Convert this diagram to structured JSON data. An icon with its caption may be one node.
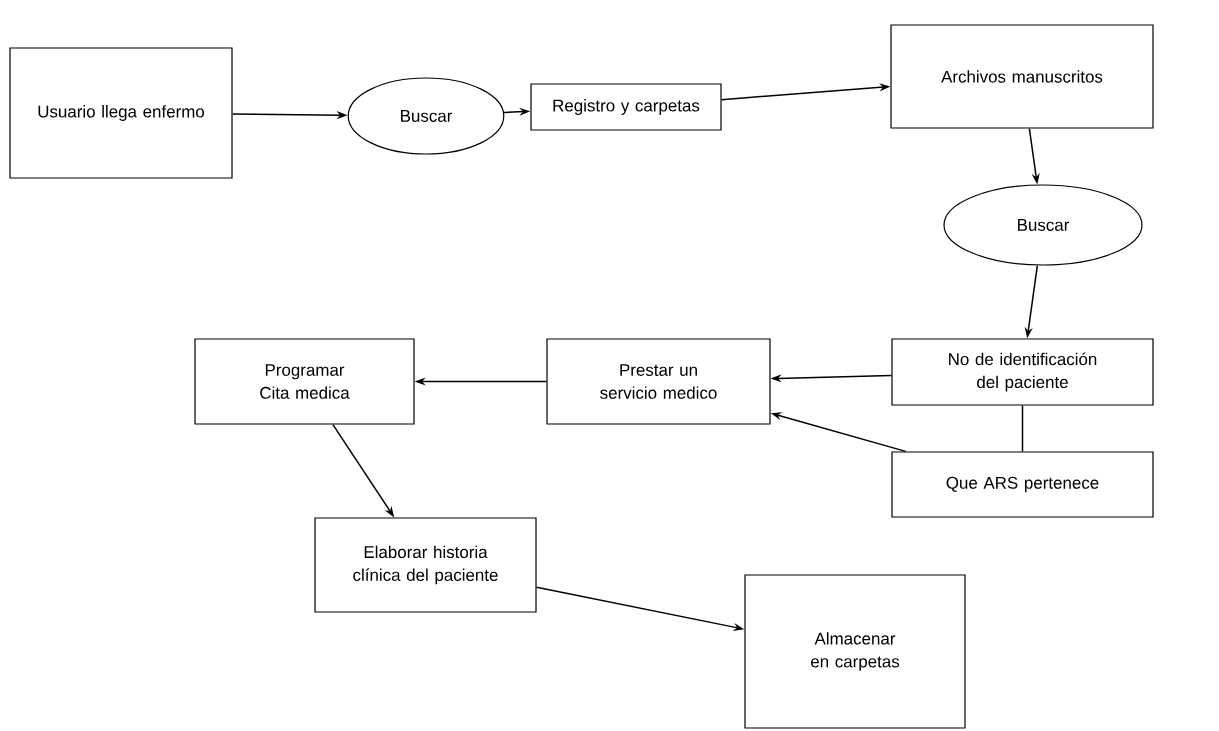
{
  "diagram": {
    "nodes": [
      {
        "text": [
          "Usuario llega enfermo"
        ]
      },
      {
        "text": [
          "Buscar"
        ]
      },
      {
        "text": [
          "Registro y carpetas"
        ]
      },
      {
        "text": [
          "Archivos manuscritos"
        ]
      },
      {
        "text": [
          "Buscar"
        ]
      },
      {
        "text": [
          "Programar Cita medica"
        ]
      },
      {
        "text": [
          "Prestar un servicio medico"
        ]
      },
      {
        "text": [
          "No de identificación del paciente"
        ]
      },
      {
        "text": [
          "Que ARS pertenece"
        ]
      },
      {
        "text": [
          "Elaborar historia clínica del paciente"
        ]
      },
      {
        "text": [
          "Almacenar en carpetas"
        ]
      }
    ],
    "edges": [
      {
        "from": 0,
        "to": 1,
        "arrow": "to"
      },
      {
        "from": 1,
        "to": 2,
        "arrow": "to"
      },
      {
        "from": 2,
        "to": 3,
        "arrow": "to"
      },
      {
        "from": 3,
        "to": 4,
        "arrow": "to"
      },
      {
        "from": 4,
        "to": 7,
        "arrow": "to"
      },
      {
        "from": 7,
        "to": 6,
        "arrow": "to"
      },
      {
        "from": 6,
        "to": 5,
        "arrow": "to"
      },
      {
        "from": 8,
        "to": 6,
        "arrow": "to"
      },
      {
        "from": 7,
        "to": 8,
        "arrow": "none"
      },
      {
        "from": 5,
        "to": 9,
        "arrow": "to"
      },
      {
        "from": 9,
        "to": 10,
        "arrow": "to"
      }
    ]
  }
}
